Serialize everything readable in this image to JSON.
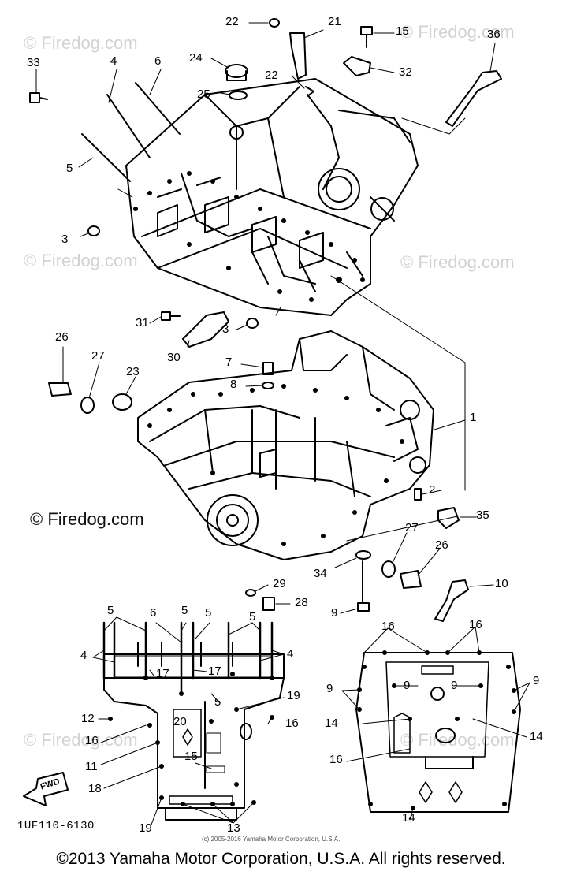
{
  "watermark_text": "© Firedog.com",
  "firedog_label": "© Firedog.com",
  "drawing_code": "1UF110-6130",
  "inner_copyright": "(c) 2005-2016 Yamaha Motor Corporation, U.S.A.",
  "copyright": "©2013 Yamaha Motor Corporation, U.S.A. All rights reserved.",
  "fwd_label": "FWD",
  "callouts_upper": [
    "22",
    "21",
    "15",
    "36",
    "33",
    "4",
    "6",
    "24",
    "22",
    "32",
    "25",
    "5",
    "3",
    "3",
    "31",
    "30",
    "26",
    "27",
    "23",
    "7",
    "8",
    "1",
    "2",
    "35",
    "27",
    "26",
    "10",
    "34",
    "29",
    "28",
    "9"
  ],
  "callouts_left_plan": [
    "5",
    "6",
    "5",
    "5",
    "5",
    "4",
    "17",
    "17",
    "4",
    "5",
    "19",
    "12",
    "16",
    "20",
    "16",
    "11",
    "15",
    "18",
    "19",
    "13"
  ],
  "callouts_right_plan": [
    "16",
    "16",
    "9",
    "9",
    "9",
    "9",
    "14",
    "14",
    "16",
    "14"
  ]
}
